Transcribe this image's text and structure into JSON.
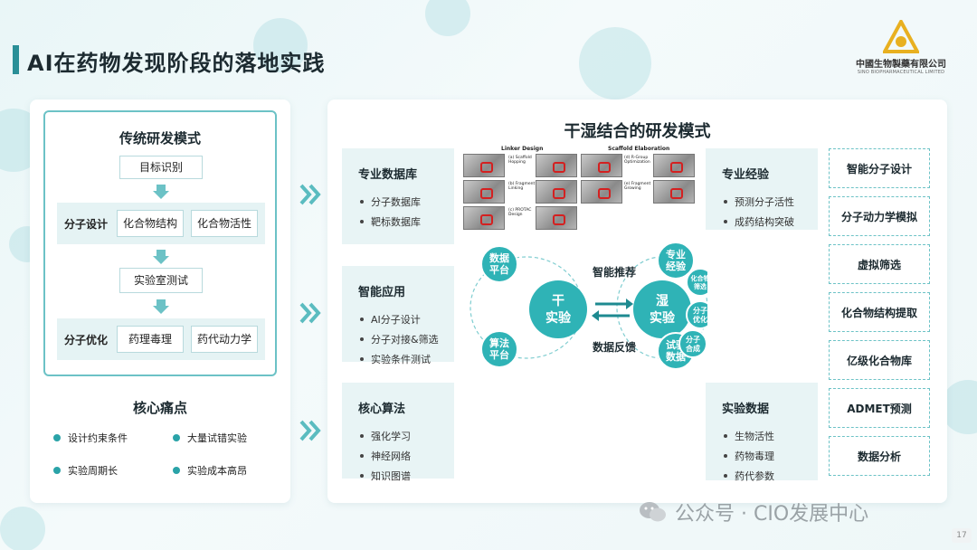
{
  "slide": {
    "title": "AI在药物发现阶段的落地实践",
    "page_number": "17",
    "watermark": "公众号 · CIO发展中心"
  },
  "logo": {
    "name_cn": "中國生物製藥有限公司",
    "name_en": "SINO BIOPHARMACEUTICAL LIMITED"
  },
  "traditional": {
    "title": "传统研发模式",
    "step1": "目标识别",
    "row1": {
      "label": "分子设计",
      "items": [
        "化合物结构",
        "化合物活性"
      ]
    },
    "step2": "实验室测试",
    "row2": {
      "label": "分子优化",
      "items": [
        "药理毒理",
        "药代动力学"
      ]
    }
  },
  "pain_points": {
    "title": "核心痛点",
    "items": [
      "设计约束条件",
      "大量试错实验",
      "实验周期长",
      "实验成本高昂"
    ]
  },
  "main": {
    "title": "干湿结合的研发模式",
    "left_boxes": [
      {
        "title": "专业数据库",
        "items": [
          "分子数据库",
          "靶标数据库"
        ]
      },
      {
        "title": "智能应用",
        "items": [
          "AI分子设计",
          "分子对接&筛选",
          "实验条件测试"
        ]
      },
      {
        "title": "核心算法",
        "items": [
          "强化学习",
          "神经网络",
          "知识图谱"
        ]
      }
    ],
    "right_boxes": [
      {
        "title": "专业经验",
        "items": [
          "预测分子活性",
          "成药结构突破"
        ]
      },
      {
        "title": "实验数据",
        "items": [
          "生物活性",
          "药物毒理",
          "药代参数"
        ]
      }
    ],
    "tags": [
      "智能分子设计",
      "分子动力学模拟",
      "虚拟筛选",
      "化合物结构提取",
      "亿级化合物库",
      "ADMET预测",
      "数据分析"
    ]
  },
  "molecules": {
    "header_left": "Linker Design",
    "header_right": "Scaffold Elaboration",
    "labels": [
      "(a) Scaffold Hopping",
      "(b) Fragment Linking",
      "(c) PROTAC Design",
      "(d) R-Group Optimization",
      "(e) Fragment Growing"
    ]
  },
  "cycle": {
    "dry": {
      "line1": "干",
      "line2": "实验"
    },
    "wet": {
      "line1": "湿",
      "line2": "实验"
    },
    "arrow_top": "智能推荐",
    "arrow_bottom": "数据反馈",
    "dry_nodes": [
      {
        "line1": "数据",
        "line2": "平台"
      },
      {
        "line1": "算法",
        "line2": "平台"
      }
    ],
    "wet_nodes": [
      {
        "line1": "专业",
        "line2": "经验"
      },
      {
        "line1": "试验",
        "line2": "数据"
      }
    ],
    "small_nodes": [
      {
        "line1": "化合物",
        "line2": "筛选"
      },
      {
        "line1": "分子",
        "line2": "优化"
      },
      {
        "line1": "分子",
        "line2": "合成"
      }
    ]
  },
  "colors": {
    "accent": "#2a8f97",
    "node": "#2fb3b6",
    "panel_bg": "#e8f4f5",
    "logo": "#e8b020"
  }
}
